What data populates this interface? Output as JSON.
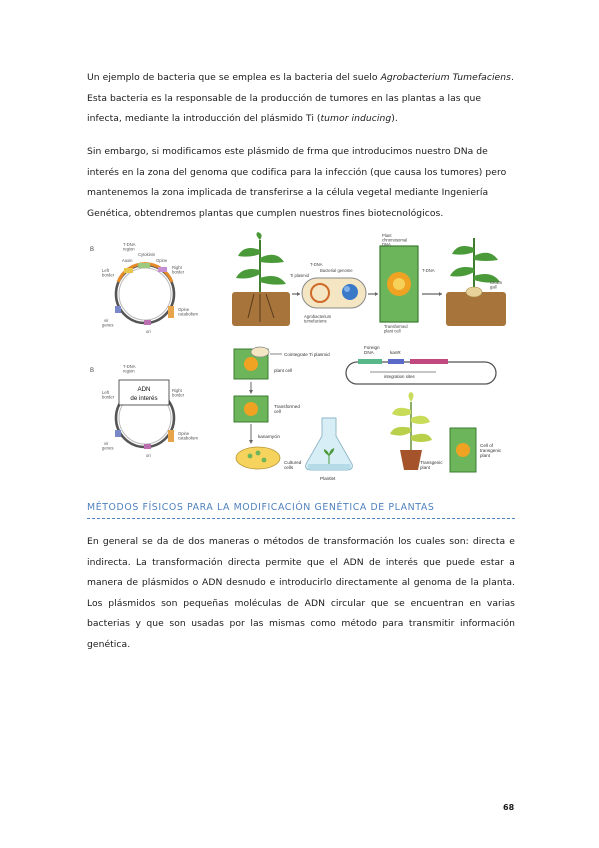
{
  "paragraphs": {
    "p1": {
      "a": "Un ejemplo de bacteria que se emplea es la bacteria del suelo ",
      "b": "Agrobacterium Tumefaciens",
      "c": ". Esta bacteria es la responsable de la producción de tumores en las plantas a las que infecta, mediante la introducción del plásmido Ti (",
      "d": "tumor inducing",
      "e": ")."
    },
    "p2": "Sin embargo, si modificamos este plásmido de frma que introducimos nuestro DNa de interés en la zona del genoma que codifica para la infección (que causa los tumores) pero mantenemos la zona implicada de transferirse a la célula vegetal mediante Ingeniería Genética, obtendremos plantas que cumplen nuestros fines biotecnológicos.",
    "p3": "En general se da de dos maneras o métodos de transformación los cuales son: directa e indirecta. La transformación directa permite que el ADN de interés que puede estar a manera de plásmidos o ADN desnudo e introducirlo directamente al genoma de la planta. Los plásmidos son pequeñas moléculas de ADN circular que se encuentran en varias bacterias y que son usadas por las mismas como método para transmitir información genética."
  },
  "section_title": "MÉTODOS FÍSICOS PARA LA MODIFICACIÓN GENÉTICA DE PLANTAS",
  "page_number": "68",
  "figure": {
    "plasmid_top": {
      "tdna_region": "T-DNA\nregion",
      "cytokinin": "Cytokinin",
      "auxin": "Auxin",
      "opine": "Opine",
      "left_border": "Left\nborder",
      "right_border": "Right\nborder",
      "opine_catabolism": "Opine\ncatabolism",
      "vir_genes": "vir\ngenes",
      "ori": "ori",
      "marker": "B"
    },
    "plasmid_bottom": {
      "tdna_region": "T-DNA\nregion",
      "adn_line1": "ADN",
      "adn_line2": "de interés",
      "left_border": "Left\nborder",
      "right_border": "Right\nborder",
      "opine_catabolism": "Opine\ncatabolism",
      "vir_genes": "vir\ngenes",
      "ori": "ori",
      "marker": "B"
    },
    "infection": {
      "plant_chromosomal_dna": "Plant\nchromosomal\nDNA",
      "tdna": "T-DNA",
      "bacterial_genome": "Bacterial genome",
      "ti_plasmid": "Ti plasmid",
      "tdna_small": "T-DNA",
      "agrobacterium": "Agrobacterium\ntumefaciens",
      "transformed_plant_cell": "Transformed\nplant cell",
      "crown_gall": "Crown\ngall"
    },
    "transformation": {
      "cointegrate": "Cointegrate Ti plasmid",
      "plant_cell": "plant cell",
      "foreign_dna": "Foreign\nDNA",
      "kan": "kanR",
      "integration_sites": "integration sites",
      "transformed_cell": "Transformed\ncell",
      "kanamycin": "kanamycin",
      "cultured_cells": "Cultured\ncells",
      "plantlet": "Plantlet",
      "transgenic_plant": "Transgenic\nplant",
      "cell_transgenic": "Cell of\ntransgenic\nplant"
    }
  },
  "colors": {
    "section_blue": "#4f81bd",
    "leaf_green": "#4a9a3a",
    "soil_brown": "#a7753c",
    "cell_green": "#6db55a",
    "nucleus_orange": "#f0a322"
  }
}
